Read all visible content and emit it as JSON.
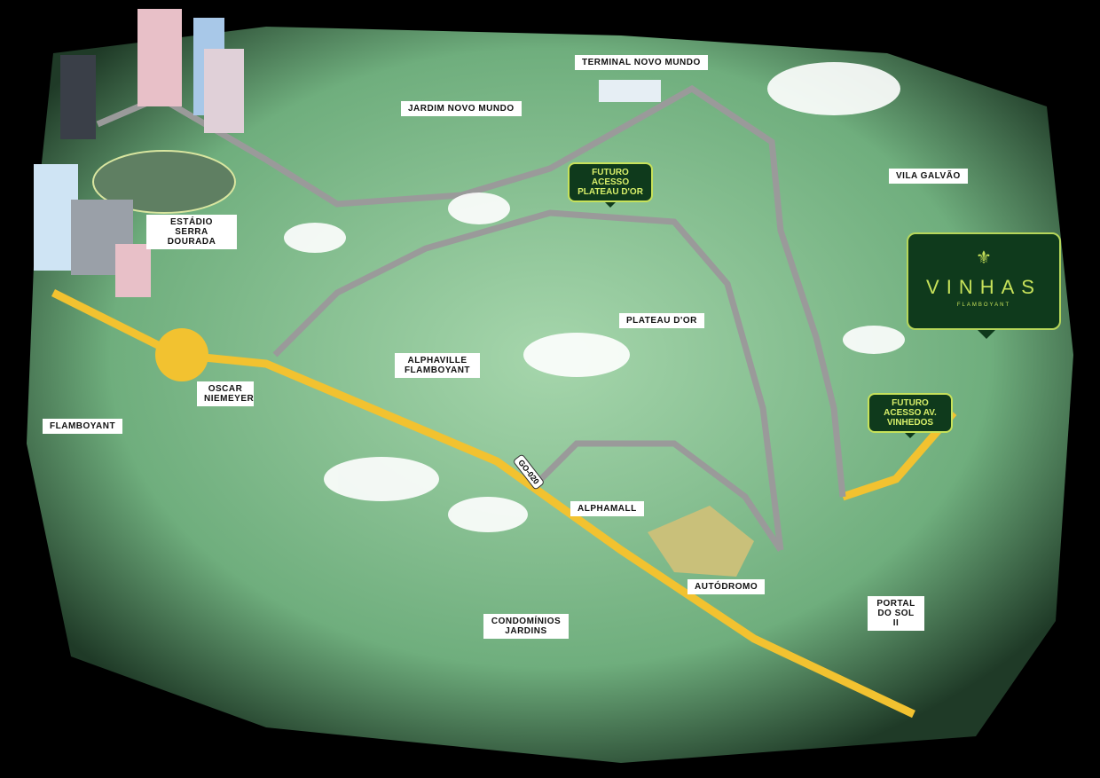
{
  "labels": {
    "terminal": "TERMINAL NOVO MUNDO",
    "jardim": "JARDIM NOVO MUNDO",
    "estadio": "ESTÁDIO SERRA DOURADA",
    "vila": "VILA GALVÃO",
    "plateau": "PLATEAU D'OR",
    "alphaville": "ALPHAVILLE FLAMBOYANT",
    "oscar": "OSCAR NIEMEYER",
    "flamboyant": "FLAMBOYANT",
    "alphamall": "ALPHAMALL",
    "autodromo": "AUTÓDROMO",
    "condominios": "CONDOMÍNIOS JARDINS",
    "portal": "PORTAL DO SOL II"
  },
  "callouts": {
    "plateau_access": "FUTURO ACESSO PLATEAU D'OR",
    "vinhedos_access": "FUTURO ACESSO AV. VINHEDOS"
  },
  "road": "GO-020",
  "brand": {
    "name": "VINHAS",
    "sub": "FLAMBOYANT"
  },
  "colors": {
    "land": "#8fc79a",
    "highway": "#f2c230",
    "road": "#9a9a9a",
    "callout": "#0f3a1c"
  }
}
